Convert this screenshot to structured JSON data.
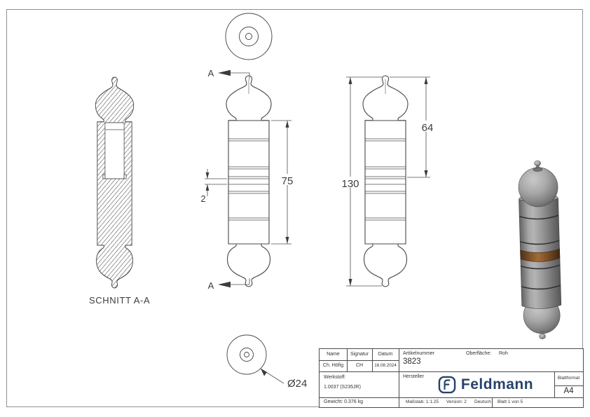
{
  "sheet": {
    "background": "#ffffff",
    "border_color": "#919191",
    "line_color": "#474747"
  },
  "views": {
    "section_view": {
      "label": "SCHNITT A-A"
    },
    "section_markers": {
      "top": "A",
      "bottom": "A"
    },
    "dimensions": {
      "body_height": "75",
      "groove_width": "2",
      "total_height": "130",
      "upper_section_height": "64",
      "diameter": "Ø24"
    }
  },
  "title_block": {
    "columns": {
      "name_label": "Name",
      "signatur_label": "Signatur",
      "datum_label": "Datum"
    },
    "row": {
      "name": "Ch. Höfig",
      "signatur": "CH",
      "datum": "16.08.2024"
    },
    "artikelnummer_label": "Artikelnummer",
    "artikelnummer_value": "3823",
    "oberflaeche_label": "Oberfläche:",
    "oberflaeche_value": "Roh",
    "werkstoff_label": "Werkstoff:",
    "werkstoff_value": "1.0037 (S235JR)",
    "gewicht": "Gewicht: 0.376 kg",
    "hersteller_label": "Hersteller",
    "brand": "Feldmann",
    "brand_color": "#27436b",
    "blattformat_label": "Blattformat",
    "blattformat_value": "A4",
    "massstab": "Maßstab: 1:1.25",
    "version": "Version: 2",
    "sprache": "Deutsch",
    "blatt": "Blatt 1 von 5"
  }
}
